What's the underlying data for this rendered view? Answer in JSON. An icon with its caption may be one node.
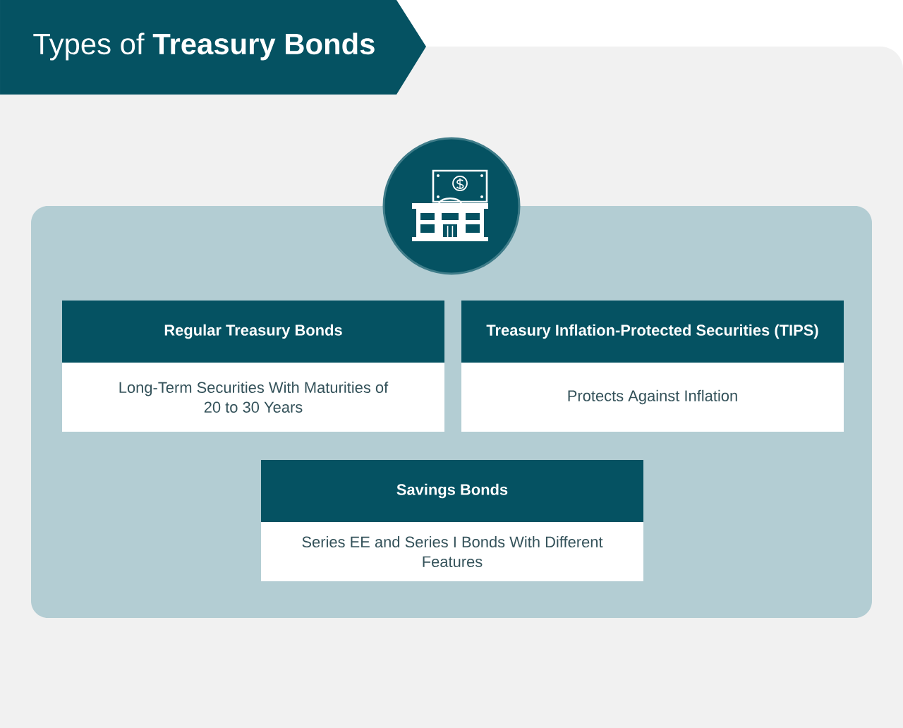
{
  "diagram": {
    "title": "Types of **Treasury Bonds**",
    "nodes": [
      {
        "text": [
          "Regular Treasury Bonds",
          "Long-Term Securities With Maturities of 20 to 30 Years"
        ]
      },
      {
        "text": [
          "Treasury Inflation-Protected Securities (TIPS)",
          "Protects Against Inflation"
        ]
      },
      {
        "text": [
          "Savings Bonds",
          "Series EE and Series I Bonds With Different Features"
        ]
      }
    ]
  }
}
